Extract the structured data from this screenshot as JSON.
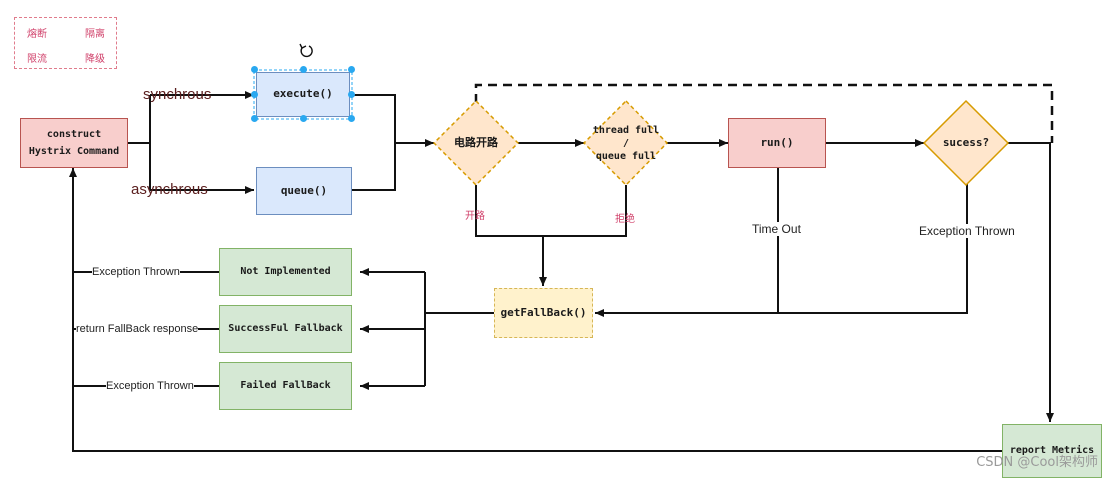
{
  "legend": {
    "items": [
      "熔断",
      "隔离",
      "限流",
      "降级"
    ]
  },
  "nodes": {
    "construct": [
      "construct",
      "Hystrix Command"
    ],
    "execute": "execute()",
    "queue": "queue()",
    "circuit": "电路开路",
    "threadFull": [
      "thread full",
      "/",
      "queue full"
    ],
    "run": "run()",
    "success": "sucess?",
    "getFallback": "getFallBack()",
    "notImplemented": "Not Implemented",
    "successfulFallback": "SuccessFul Fallback",
    "failedFallback": "Failed FallBack",
    "reportMetrics": "report Metrics"
  },
  "edgeLabels": {
    "synchronous": "synchrous",
    "asynchronous": "asynchrous",
    "open": "开路",
    "reject": "拒绝",
    "timeout": "Time Out",
    "exceptionThrownSuccess": "Exception Thrown",
    "exceptionThrownNotImpl": "Exception Thrown",
    "returnFallback": "return FallBack response",
    "exceptionThrownFailed": "Exception Thrown"
  },
  "icons": {
    "rotate": "rotate-icon"
  },
  "colors": {
    "red_fill": "#f8cecc",
    "blue_fill": "#dae8fc",
    "green_fill": "#d5e8d4",
    "yellow_fill": "#fff2cc",
    "selection": "#29a8f0"
  },
  "watermark": "CSDN @Cool架构师"
}
